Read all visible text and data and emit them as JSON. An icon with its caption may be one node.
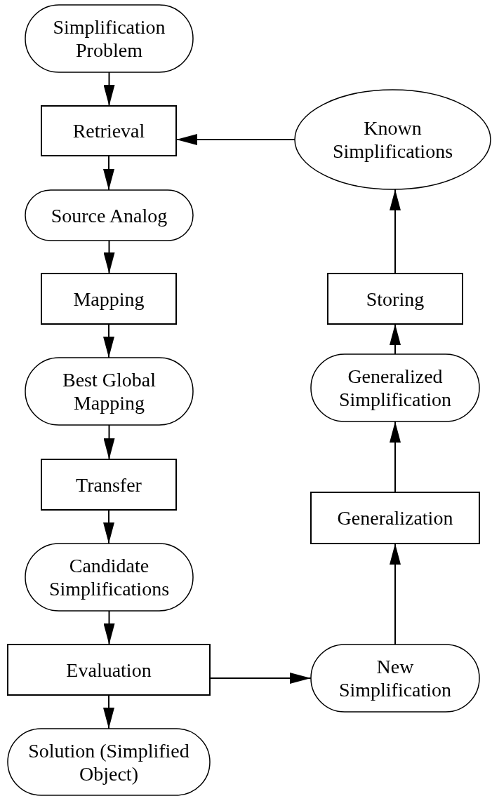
{
  "diagram": {
    "nodes": [
      {
        "text": [
          "Simplification Problem"
        ]
      },
      {
        "text": [
          "Retrieval"
        ]
      },
      {
        "text": [
          "Known Simplifications"
        ]
      },
      {
        "text": [
          "Source Analog"
        ]
      },
      {
        "text": [
          "Mapping"
        ]
      },
      {
        "text": [
          "Storing"
        ]
      },
      {
        "text": [
          "Best Global Mapping"
        ]
      },
      {
        "text": [
          "Generalized Simplification"
        ]
      },
      {
        "text": [
          "Transfer"
        ]
      },
      {
        "text": [
          "Generalization"
        ]
      },
      {
        "text": [
          "Candidate Simplifications"
        ]
      },
      {
        "text": [
          "Evaluation"
        ]
      },
      {
        "text": [
          "New Simplification"
        ]
      },
      {
        "text": [
          "Solution (Simplified Object)"
        ]
      }
    ],
    "edges": [
      {
        "from": 0,
        "to": 1,
        "arrow": "to"
      },
      {
        "from": 1,
        "to": 3,
        "arrow": "to"
      },
      {
        "from": 3,
        "to": 4,
        "arrow": "to"
      },
      {
        "from": 4,
        "to": 6,
        "arrow": "to"
      },
      {
        "from": 6,
        "to": 8,
        "arrow": "to"
      },
      {
        "from": 8,
        "to": 10,
        "arrow": "to"
      },
      {
        "from": 10,
        "to": 11,
        "arrow": "to"
      },
      {
        "from": 11,
        "to": 13,
        "arrow": "to"
      },
      {
        "from": 11,
        "to": 12,
        "arrow": "to"
      },
      {
        "from": 12,
        "to": 9,
        "arrow": "to"
      },
      {
        "from": 9,
        "to": 7,
        "arrow": "to"
      },
      {
        "from": 7,
        "to": 5,
        "arrow": "to"
      },
      {
        "from": 5,
        "to": 2,
        "arrow": "to"
      },
      {
        "from": 2,
        "to": 1,
        "arrow": "to"
      }
    ]
  }
}
